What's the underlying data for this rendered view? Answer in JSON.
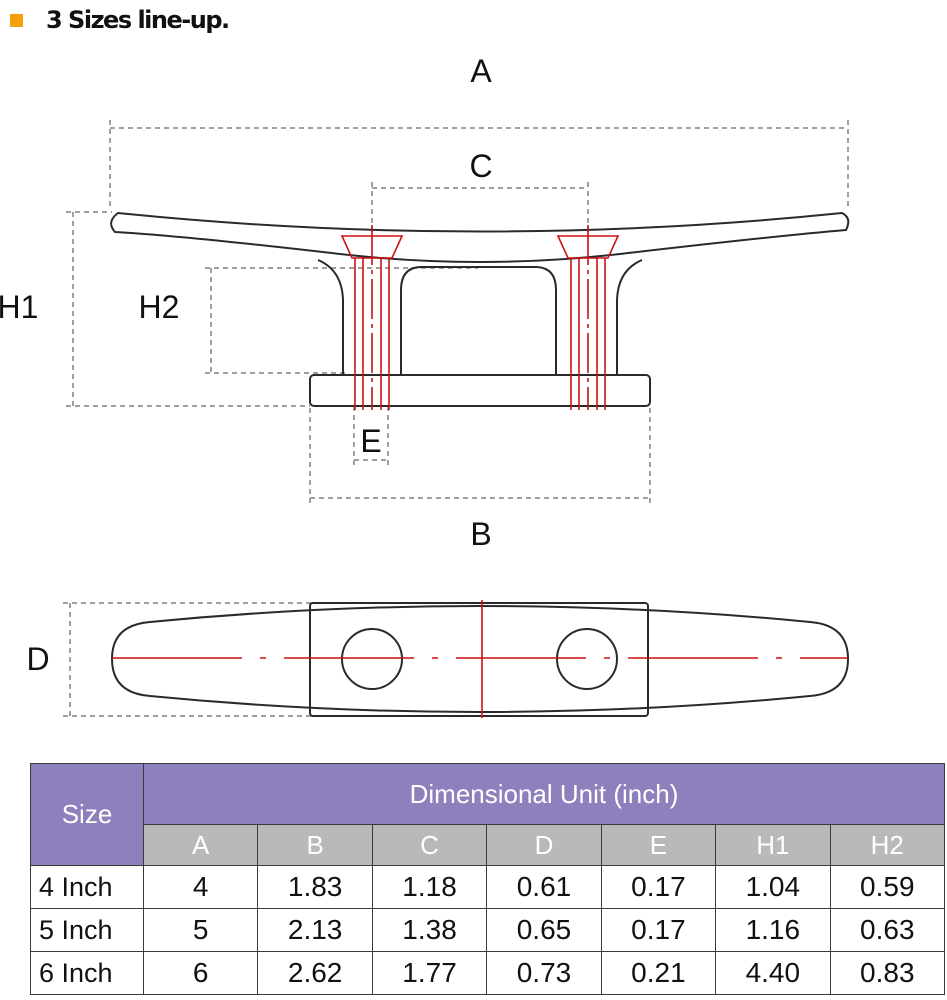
{
  "header": {
    "title": "3 Sizes line-up."
  },
  "dimensions": {
    "A": "A",
    "B": "B",
    "C": "C",
    "D": "D",
    "E": "E",
    "H1": "H1",
    "H2": "H2"
  },
  "table": {
    "size_header": "Size",
    "unit_header": "Dimensional Unit (inch)",
    "columns": [
      "A",
      "B",
      "C",
      "D",
      "E",
      "H1",
      "H2"
    ],
    "rows": [
      {
        "label": "4 Inch",
        "values": [
          "4",
          "1.83",
          "1.18",
          "0.61",
          "0.17",
          "1.04",
          "0.59"
        ]
      },
      {
        "label": "5 Inch",
        "values": [
          "5",
          "2.13",
          "1.38",
          "0.65",
          "0.17",
          "1.16",
          "0.63"
        ]
      },
      {
        "label": "6 Inch",
        "values": [
          "6",
          "2.62",
          "1.77",
          "0.73",
          "0.21",
          "4.40",
          "0.83"
        ]
      }
    ]
  },
  "colors": {
    "bullet": "#f5a00a",
    "table_header": "#8e80bd",
    "table_subheader": "#b9b9b9",
    "centerline": "#cc1111",
    "dimension_line": "#a0a0a0"
  }
}
